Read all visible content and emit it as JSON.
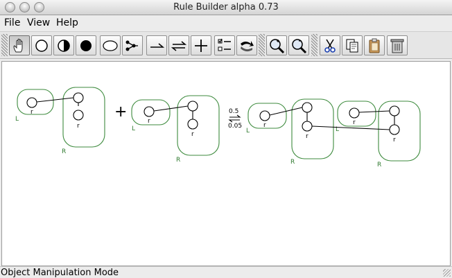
{
  "window": {
    "title": "Rule Builder alpha 0.73"
  },
  "menubar": {
    "items": [
      "File",
      "View",
      "Help"
    ]
  },
  "toolbar": {
    "buttons": [
      {
        "icon": "hand-icon",
        "active": true
      },
      {
        "icon": "empty-circle-icon"
      },
      {
        "icon": "half-circle-icon"
      },
      {
        "icon": "filled-circle-icon"
      },
      {
        "icon": "ellipse-icon"
      },
      {
        "icon": "branch-nodes-icon"
      },
      {
        "icon": "harpoon-arrow-icon"
      },
      {
        "icon": "equilibrium-arrows-icon"
      },
      {
        "icon": "plus-icon"
      },
      {
        "icon": "checklist-icon"
      },
      {
        "icon": "rotate-arrow-icon"
      },
      {
        "icon": "zoom-in-icon"
      },
      {
        "icon": "zoom-out-icon"
      },
      {
        "icon": "scissors-icon"
      },
      {
        "icon": "copy-icon"
      },
      {
        "icon": "paste-icon"
      },
      {
        "icon": "trash-icon"
      }
    ]
  },
  "canvas": {
    "node_label": "r",
    "site_labels": {
      "left": "L",
      "right": "R"
    },
    "operator": "+",
    "rates": {
      "forward": "0.5",
      "reverse": "0.05"
    }
  },
  "status": {
    "text": "Object Manipulation Mode"
  },
  "colors": {
    "group_stroke": "#3c8a3c",
    "label_green": "#2f7a2f",
    "accent": "#000000"
  }
}
